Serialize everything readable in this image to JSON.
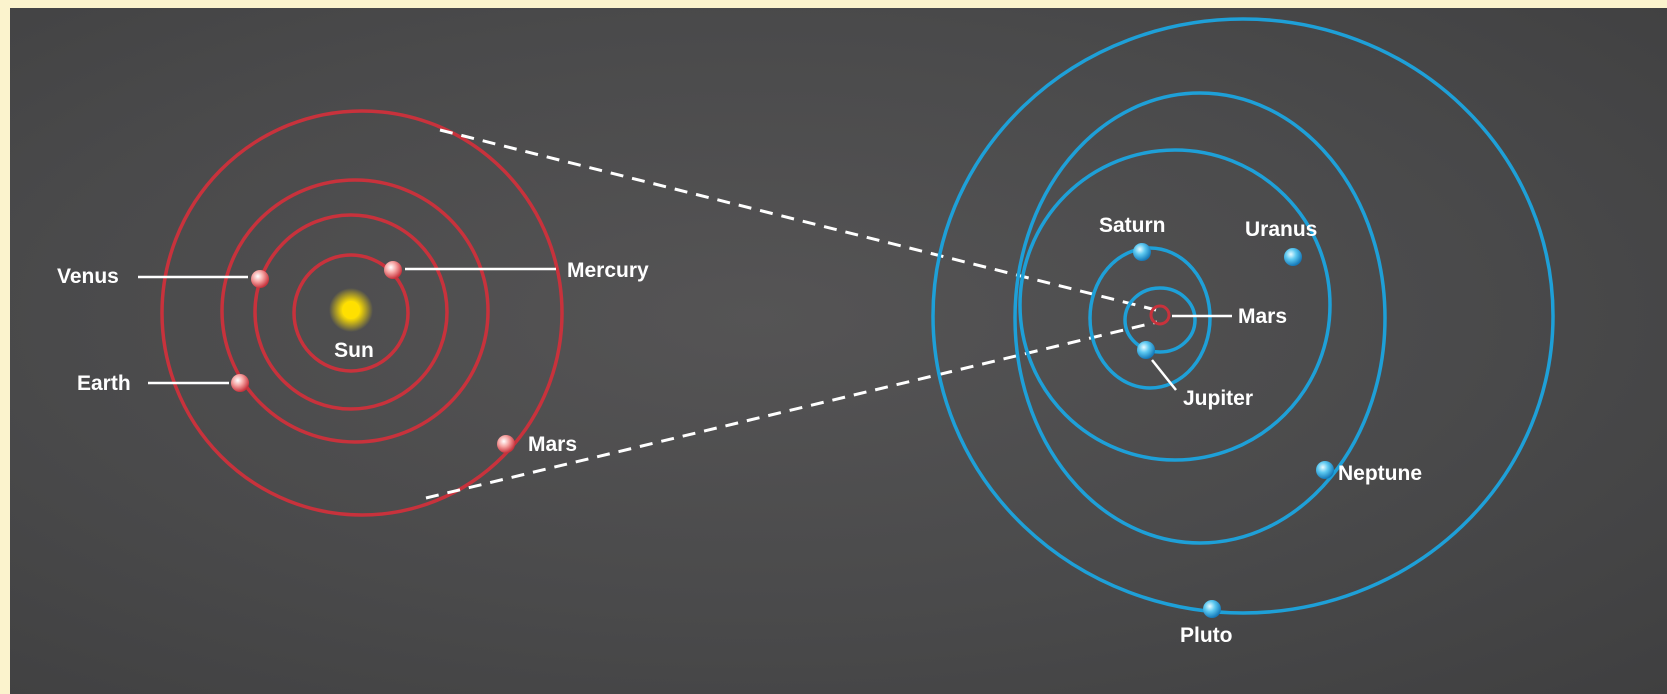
{
  "inner_system": {
    "center_label": "Sun",
    "planets": [
      {
        "name": "Mercury"
      },
      {
        "name": "Venus"
      },
      {
        "name": "Earth"
      },
      {
        "name": "Mars"
      }
    ]
  },
  "outer_system": {
    "planets": [
      {
        "name": "Mars"
      },
      {
        "name": "Jupiter"
      },
      {
        "name": "Saturn"
      },
      {
        "name": "Uranus"
      },
      {
        "name": "Neptune"
      },
      {
        "name": "Pluto"
      }
    ]
  },
  "colors": {
    "inner_orbit": "#c8323c",
    "outer_orbit": "#1ea0d8",
    "sun": "#ffe000",
    "label": "#ffffff",
    "background": "#4a4a4b",
    "page_border": "#fbf3cd"
  }
}
